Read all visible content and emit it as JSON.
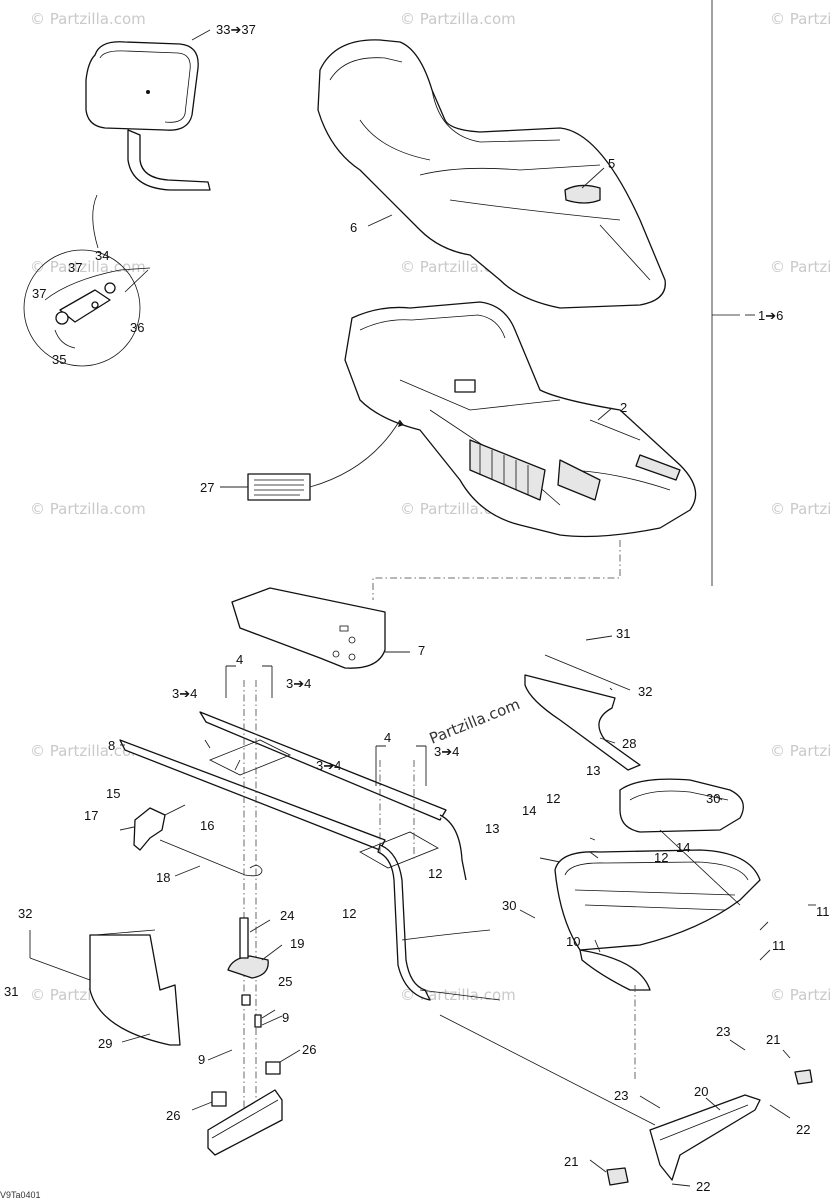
{
  "watermark": "© Partzilla.com",
  "callouts": [
    {
      "id": "c-33-37",
      "text": "33➔37"
    },
    {
      "id": "c-5",
      "text": "5"
    },
    {
      "id": "c-6",
      "text": "6"
    },
    {
      "id": "c-34",
      "text": "34"
    },
    {
      "id": "c-37a",
      "text": "37"
    },
    {
      "id": "c-37b",
      "text": "37"
    },
    {
      "id": "c-36",
      "text": "36"
    },
    {
      "id": "c-35",
      "text": "35"
    },
    {
      "id": "c-1-6",
      "text": "1➔6"
    },
    {
      "id": "c-2",
      "text": "2"
    },
    {
      "id": "c-27",
      "text": "27"
    },
    {
      "id": "c-7",
      "text": "7"
    },
    {
      "id": "c-4a",
      "text": "4"
    },
    {
      "id": "c-3-4a",
      "text": "3➔4"
    },
    {
      "id": "c-3-4b",
      "text": "3➔4"
    },
    {
      "id": "c-31a",
      "text": "31"
    },
    {
      "id": "c-32a",
      "text": "32"
    },
    {
      "id": "c-28",
      "text": "28"
    },
    {
      "id": "c-8",
      "text": "8"
    },
    {
      "id": "c-4b",
      "text": "4"
    },
    {
      "id": "c-3-4c",
      "text": "3➔4"
    },
    {
      "id": "c-3-4d",
      "text": "3➔4"
    },
    {
      "id": "c-13a",
      "text": "13"
    },
    {
      "id": "c-30a",
      "text": "30"
    },
    {
      "id": "c-15",
      "text": "15"
    },
    {
      "id": "c-17",
      "text": "17"
    },
    {
      "id": "c-16",
      "text": "16"
    },
    {
      "id": "c-12a",
      "text": "12"
    },
    {
      "id": "c-14a",
      "text": "14"
    },
    {
      "id": "c-14b",
      "text": "14"
    },
    {
      "id": "c-12b",
      "text": "12"
    },
    {
      "id": "c-13b",
      "text": "13"
    },
    {
      "id": "c-18",
      "text": "18"
    },
    {
      "id": "c-12c",
      "text": "12"
    },
    {
      "id": "c-12d",
      "text": "12"
    },
    {
      "id": "c-30b",
      "text": "30"
    },
    {
      "id": "c-11a",
      "text": "11"
    },
    {
      "id": "c-32b",
      "text": "32"
    },
    {
      "id": "c-24",
      "text": "24"
    },
    {
      "id": "c-19",
      "text": "19"
    },
    {
      "id": "c-11b",
      "text": "11"
    },
    {
      "id": "c-10",
      "text": "10"
    },
    {
      "id": "c-31b",
      "text": "31"
    },
    {
      "id": "c-25",
      "text": "25"
    },
    {
      "id": "c-9a",
      "text": "9"
    },
    {
      "id": "c-29",
      "text": "29"
    },
    {
      "id": "c-9b",
      "text": "9"
    },
    {
      "id": "c-26a",
      "text": "26"
    },
    {
      "id": "c-23a",
      "text": "23"
    },
    {
      "id": "c-21a",
      "text": "21"
    },
    {
      "id": "c-26b",
      "text": "26"
    },
    {
      "id": "c-20",
      "text": "20"
    },
    {
      "id": "c-23b",
      "text": "23"
    },
    {
      "id": "c-22a",
      "text": "22"
    },
    {
      "id": "c-21b",
      "text": "21"
    },
    {
      "id": "c-22b",
      "text": "22"
    }
  ],
  "watermark_link": "Partzilla.com",
  "drawing_code": "V9Ta0401"
}
